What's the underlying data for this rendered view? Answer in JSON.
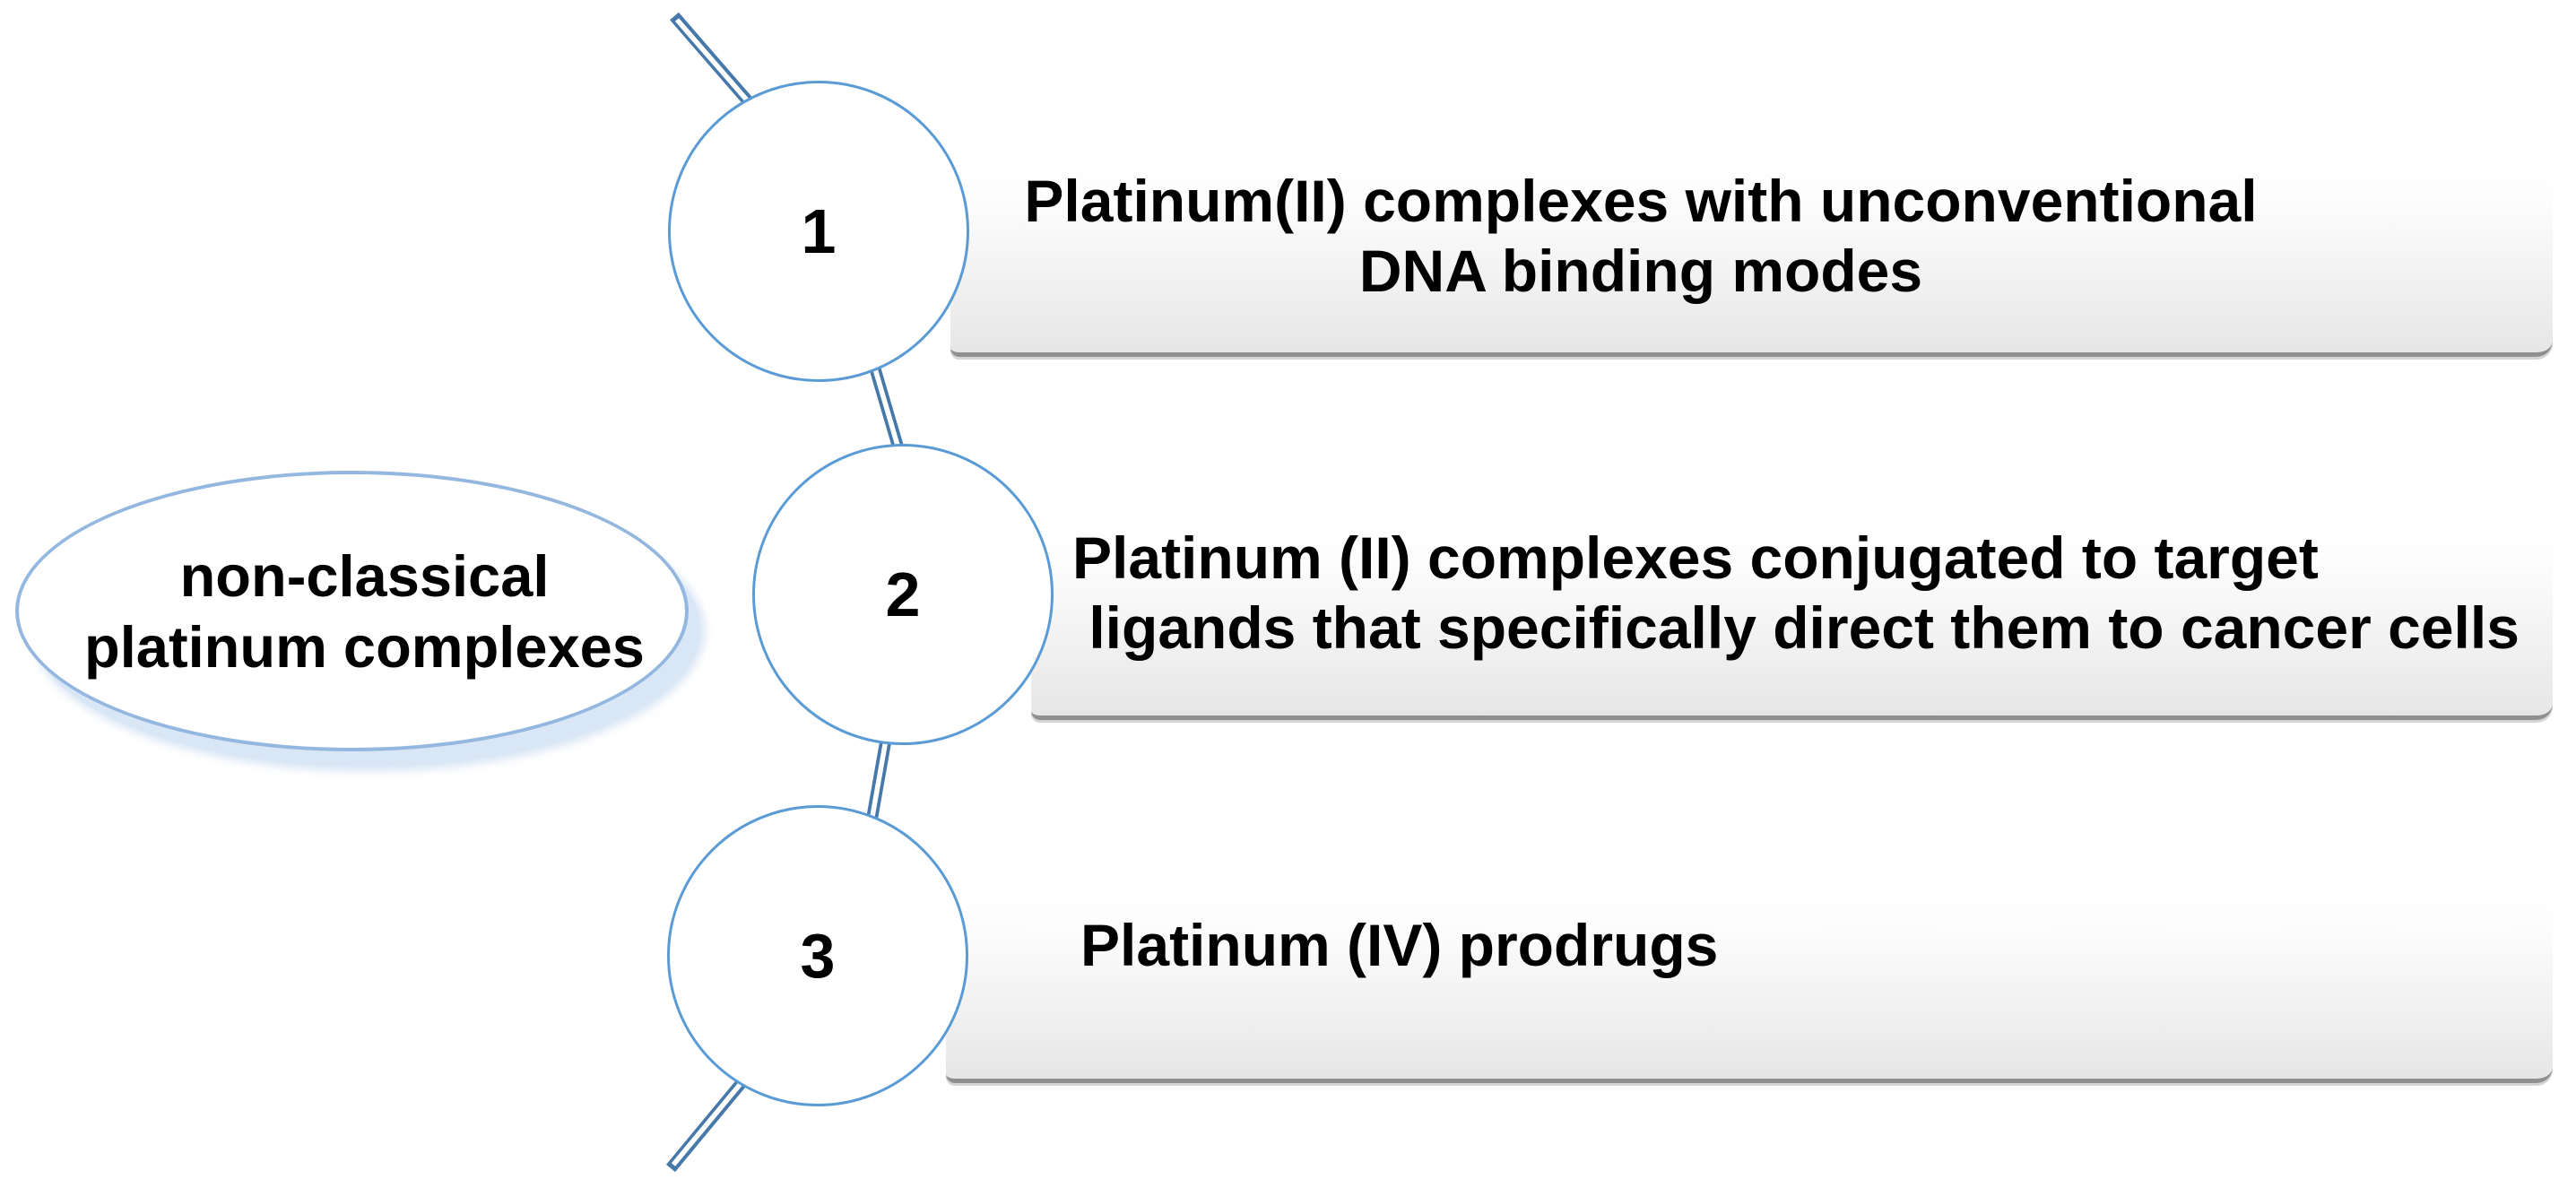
{
  "diagram": {
    "root": {
      "label": "non-classical\nplatinum complexes"
    },
    "steps": [
      {
        "number": "1",
        "label": "Platinum(II) complexes with unconventional\nDNA binding modes"
      },
      {
        "number": "2",
        "label": "Platinum (II) complexes conjugated to target\n ligands that specifically direct them to cancer cells"
      },
      {
        "number": "3",
        "label": "Platinum (IV) prodrugs"
      }
    ],
    "colors": {
      "connector_blue": "#4678aa",
      "node_border_blue": "#5b9bd5",
      "root_border_blue": "#94b7e0",
      "root_shadow_blue": "#d9e6f5",
      "banner_edge_gray": "#8f8f8f",
      "banner_fill_gray": "#e6e6e6",
      "text_black": "#000000"
    }
  }
}
